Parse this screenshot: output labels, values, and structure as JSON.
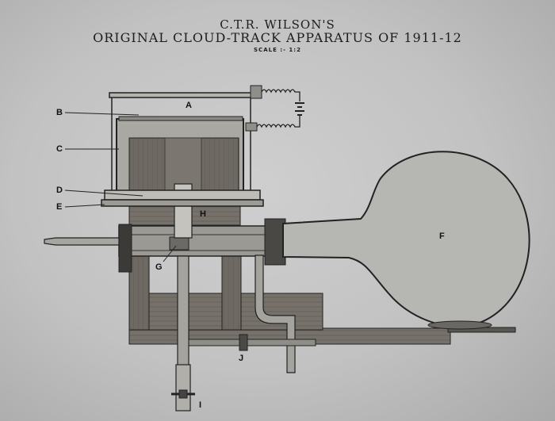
{
  "title": {
    "line1": "C.T.R. WILSON'S",
    "line2": "ORIGINAL CLOUD-TRACK APPARATUS OF 1911-12",
    "scale": "SCALE :- 1:2"
  },
  "labels": {
    "A": "A",
    "B": "B",
    "C": "C",
    "D": "D",
    "E": "E",
    "F": "F",
    "G": "G",
    "H": "H",
    "I": "I",
    "J": "J"
  }
}
